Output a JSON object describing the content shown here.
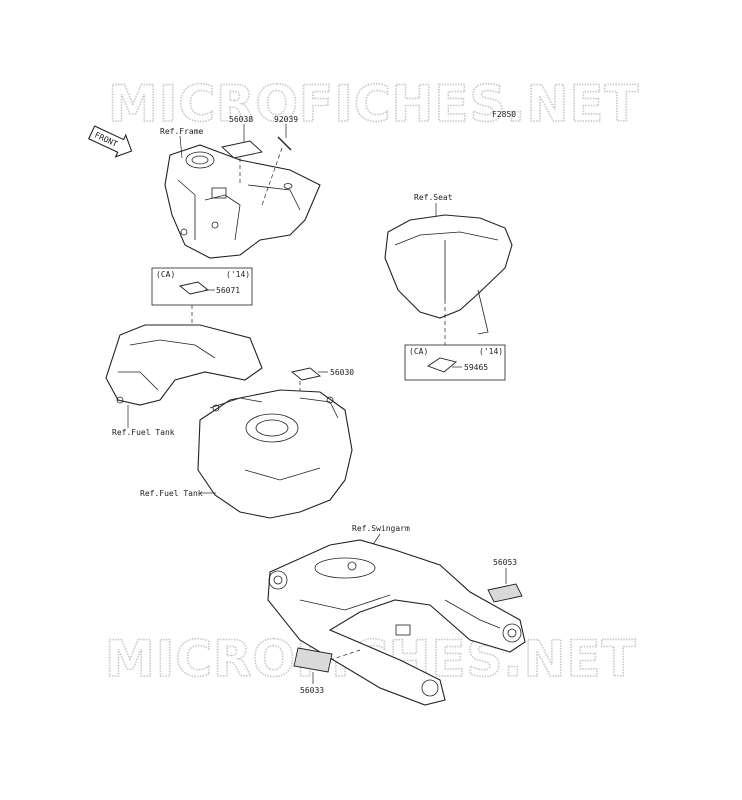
{
  "watermark": {
    "text": "MICROFICHES.NET"
  },
  "diagram_code": "F2850",
  "front_arrow": {
    "text": "FRONT"
  },
  "refs": {
    "frame": "Ref.Frame",
    "seat": "Ref.Seat",
    "fuel_tank_cover": "Ref.Fuel Tank",
    "fuel_tank": "Ref.Fuel Tank",
    "swingarm": "Ref.Swingarm"
  },
  "boxes": {
    "tank_box": {
      "left": "(CA)",
      "right": "('14)",
      "part": "56071"
    },
    "seat_box": {
      "left": "(CA)",
      "right": "('14)",
      "part": "59465"
    }
  },
  "parts": {
    "p56038": "56038",
    "p92039": "92039",
    "p56030": "56030",
    "p56053": "56053",
    "p56033": "56033"
  }
}
